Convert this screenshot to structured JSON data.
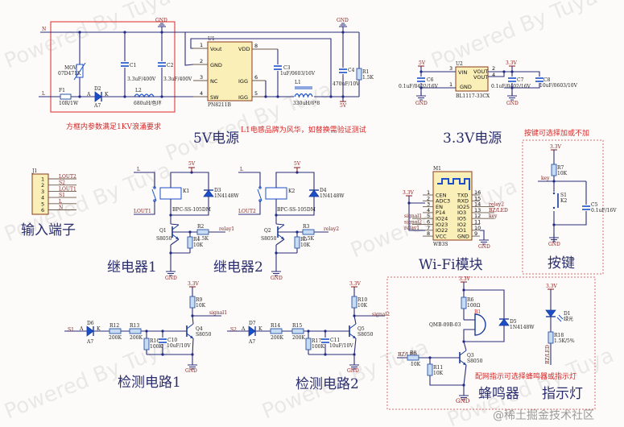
{
  "watermark": "Powered By Tuya",
  "credit": "@稀土掘金技术社区",
  "power_5v": {
    "title": "5V电源",
    "surge_note": "方框内参数满足1KV浪涌要求",
    "inductor_note": "L1电感品牌为风华，如替换需验证测试",
    "nets": {
      "N": "N",
      "L": "L",
      "gnd": "GND",
      "out": "5V"
    },
    "F1": {
      "ref": "F1",
      "value": "10R/1W"
    },
    "MOV": {
      "ref": "MOV",
      "value": "07D471K"
    },
    "D2": {
      "ref": "D2",
      "value": "A7",
      "anode": "A",
      "cathode": "K"
    },
    "C1": {
      "ref": "C1",
      "value": "3.3uF/400V"
    },
    "C2": {
      "ref": "C2",
      "value": "3.3uF/400V"
    },
    "L2": {
      "ref": "L2",
      "value": "680uH/色环"
    },
    "U1": {
      "ref": "U1",
      "part": "PN8211B",
      "pins_left": [
        {
          "n": "1",
          "name": "Vout"
        },
        {
          "n": "2",
          "name": "GND"
        },
        {
          "n": "3",
          "name": "NC"
        },
        {
          "n": "4",
          "name": "SW"
        }
      ],
      "pins_right": [
        {
          "n": "8",
          "name": "VDD"
        },
        {
          "n": "6",
          "name": "IGG"
        },
        {
          "n": "5",
          "name": "IGG"
        }
      ]
    },
    "C3": {
      "ref": "C3",
      "value": "1uF/0603/16V"
    },
    "L1": {
      "ref": "L1",
      "value": "330uH/6*8"
    },
    "C4": {
      "ref": "C4",
      "value": "470uF/10V"
    },
    "R1": {
      "ref": "R1",
      "value": "1.5K"
    }
  },
  "power_33v": {
    "title": "3.3V电源",
    "U2": {
      "ref": "U2",
      "part": "BL1117-33CX",
      "pins": [
        {
          "n": "3",
          "name": "VIN"
        },
        {
          "n": "1",
          "name": "GND"
        },
        {
          "n": "2",
          "name": "VOUT"
        },
        {
          "n": "4",
          "name": "VOUT"
        }
      ]
    },
    "C6": {
      "ref": "C6",
      "value": "0.1uF/0402/16V"
    },
    "C7": {
      "ref": "C7",
      "value": "0.1uF/0402/16V"
    },
    "C8": {
      "ref": "C8",
      "value": "10uF/0603/10V"
    },
    "in": "5V",
    "out": "3.3V",
    "gnd": "GND"
  },
  "connector": {
    "title": "输入端子",
    "ref": "J1",
    "pins": [
      {
        "n": "1",
        "net": "LOUT2"
      },
      {
        "n": "2",
        "net": "S2"
      },
      {
        "n": "3",
        "net": "LOUT1"
      },
      {
        "n": "4",
        "net": "S1"
      },
      {
        "n": "5",
        "net": "L"
      },
      {
        "n": "6",
        "net": "N"
      }
    ]
  },
  "relay1": {
    "title": "继电器1",
    "K": {
      "ref": "K1",
      "part": "BPC-SS-105DM"
    },
    "D": {
      "ref": "D3",
      "value": "1N4148W"
    },
    "Q": {
      "ref": "Q1",
      "value": "S8050"
    },
    "Rb": {
      "ref": "R2",
      "value": "1.5K"
    },
    "Rpd": {
      "ref": "R4",
      "value": "10K"
    },
    "nets": {
      "L": "L",
      "out": "LOUT1",
      "vcc": "5V",
      "ctrl": "relay1",
      "gnd": "GND"
    }
  },
  "relay2": {
    "title": "继电器2",
    "K": {
      "ref": "K2",
      "part": "BPC-SS-105DM"
    },
    "D": {
      "ref": "D4",
      "value": "1N4148W"
    },
    "Q": {
      "ref": "Q2",
      "value": "S8050"
    },
    "Rb": {
      "ref": "R3",
      "value": "1.5K"
    },
    "Rpd": {
      "ref": "R5",
      "value": "10K"
    },
    "nets": {
      "L": "L",
      "out": "LOUT2",
      "vcc": "5V",
      "ctrl": "relay2",
      "gnd": "GND"
    }
  },
  "wifi": {
    "title": "Wi-Fi模块",
    "ref": "M1",
    "part": "WB3S",
    "left_pins": [
      {
        "n": "1",
        "name": "CEN",
        "net": ""
      },
      {
        "n": "2",
        "name": "ADC3",
        "net": ""
      },
      {
        "n": "3",
        "name": "EN",
        "net": "3.3V"
      },
      {
        "n": "4",
        "name": "P14",
        "net": ""
      },
      {
        "n": "5",
        "name": "IO24",
        "net": "signal1"
      },
      {
        "n": "6",
        "name": "IO23",
        "net": "signal2"
      },
      {
        "n": "7",
        "name": "IO22",
        "net": "relay1"
      },
      {
        "n": "8",
        "name": "VCC",
        "net": ""
      }
    ],
    "right_pins": [
      {
        "n": "16",
        "name": "TXD",
        "net": ""
      },
      {
        "n": "15",
        "name": "RXD",
        "net": ""
      },
      {
        "n": "14",
        "name": "IO25",
        "net": "relay2"
      },
      {
        "n": "13",
        "name": "IO3",
        "net": "BZ/LED"
      },
      {
        "n": "12",
        "name": "IO5",
        "net": "key"
      },
      {
        "n": "11",
        "name": "IO2",
        "net": ""
      },
      {
        "n": "10",
        "name": "IO1",
        "net": ""
      },
      {
        "n": "9",
        "name": "GND",
        "net": "GND"
      }
    ]
  },
  "key": {
    "title": "按键",
    "note": "按键可选择加或不加",
    "R": {
      "ref": "R7",
      "value": "10K"
    },
    "S": {
      "ref": "S1",
      "value": "K2"
    },
    "C": {
      "ref": "C5",
      "value": "0.1uF/16V"
    },
    "nets": {
      "vcc": "3.3V",
      "key": "key",
      "gnd": "GND"
    }
  },
  "detect1": {
    "title": "检测电路1",
    "in": "S1",
    "D": {
      "ref": "D6",
      "value": "A7",
      "anode": "A",
      "cathode": "K"
    },
    "Ra": {
      "ref": "R12",
      "value": "200K"
    },
    "Rb": {
      "ref": "R13",
      "value": "200K"
    },
    "Rpd": {
      "ref": "R16",
      "value": "100K"
    },
    "C": {
      "ref": "C10",
      "value": "10uF/10V"
    },
    "Q": {
      "ref": "Q4",
      "value": "S8050"
    },
    "Rpu": {
      "ref": "R9",
      "value": "10K"
    },
    "nets": {
      "vcc": "3.3V",
      "out": "signal1",
      "gnd": "GND"
    }
  },
  "detect2": {
    "title": "检测电路2",
    "in": "S2",
    "D": {
      "ref": "D7",
      "value": "A7",
      "anode": "A",
      "cathode": "K"
    },
    "Ra": {
      "ref": "R14",
      "value": "200K"
    },
    "Rb": {
      "ref": "R15",
      "value": "200K"
    },
    "Rpd": {
      "ref": "R17",
      "value": "100K"
    },
    "C": {
      "ref": "C11",
      "value": "10uF/10V"
    },
    "Q": {
      "ref": "Q5",
      "value": "S8050"
    },
    "Rpu": {
      "ref": "R10",
      "value": "10K"
    },
    "nets": {
      "vcc": "3.3V",
      "out": "signal2",
      "gnd": "GND"
    }
  },
  "buzzer": {
    "title": "蜂鸣器",
    "note": "配网指示可选择蜂鸣器或指示灯",
    "R6": {
      "ref": "R6",
      "value": "100Ω"
    },
    "B": {
      "ref": "B1",
      "part": "QMB-09B-03"
    },
    "D": {
      "ref": "D5",
      "value": "1N4148W"
    },
    "Q": {
      "ref": "Q3",
      "value": "S8050"
    },
    "Rb": {
      "ref": "R8",
      "value": "10K"
    },
    "Rpd": {
      "ref": "R11",
      "value": "10K"
    },
    "nets": {
      "vcc": "3.3V",
      "in": "BZ/LED",
      "gnd": "GND"
    }
  },
  "indicator": {
    "title": "指示灯",
    "D": {
      "ref": "D1",
      "value": "绿光"
    },
    "R": {
      "ref": "R18",
      "value": "1.5K/5%"
    },
    "nets": {
      "vcc": "3.3V",
      "in": "BZ/LED"
    }
  }
}
